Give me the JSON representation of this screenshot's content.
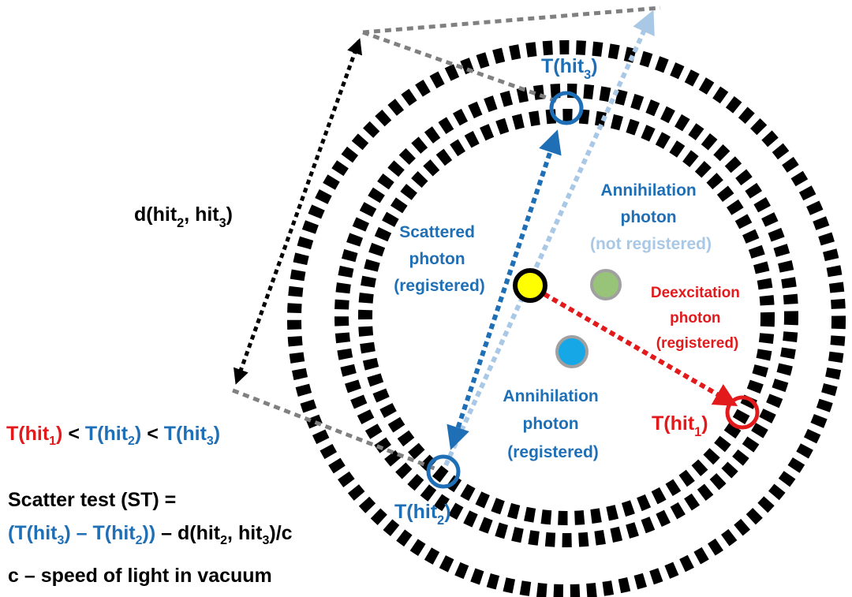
{
  "labels": {
    "hit3": {
      "base": "T(hit",
      "sub": "3",
      "close": ")"
    },
    "hit2": {
      "base": "T(hit",
      "sub": "2",
      "close": ")"
    },
    "hit1": {
      "base": "T(hit",
      "sub": "1",
      "close": ")"
    },
    "distance": {
      "base": "d(hit",
      "sub_a": "2",
      "mid": ", hit",
      "sub_b": "3",
      "close": ")"
    },
    "scattered": [
      "Scattered",
      "photon",
      "(registered)"
    ],
    "annihilation_not_registered": [
      "Annihilation",
      "photon",
      "(not registered)"
    ],
    "deexcitation": [
      "Deexcitation",
      "photon",
      "(registered)"
    ],
    "annihilation_registered": [
      "Annihilation",
      "photon",
      "(registered)"
    ]
  },
  "inequality": {
    "t1": "T(hit",
    "t1_sub": "1",
    "t1_close": ")",
    "lt1": " < ",
    "t2": "T(hit",
    "t2_sub": "2",
    "t2_close": ")",
    "lt2": " < ",
    "t3": "T(hit",
    "t3_sub": "3",
    "t3_close": ")"
  },
  "scatter_test": {
    "line1": "Scatter test (ST) =",
    "open": "(T(hit",
    "s3": "3",
    "minus": ") – T(hit",
    "s2": "2",
    "close": "))",
    "rest": " – d(hit",
    "r2": "2",
    "comma": ", hit",
    "r3": "3",
    "tail": ")/c"
  },
  "speed_note": "c – speed of light in vacuum",
  "colors": {
    "red": "#e31a1c",
    "blue": "#1f6fb6",
    "light_blue": "#a9c8e6",
    "gray": "#808080",
    "yellow": "#ffff00",
    "green": "#98c47a",
    "cyan": "#16a8e6"
  }
}
